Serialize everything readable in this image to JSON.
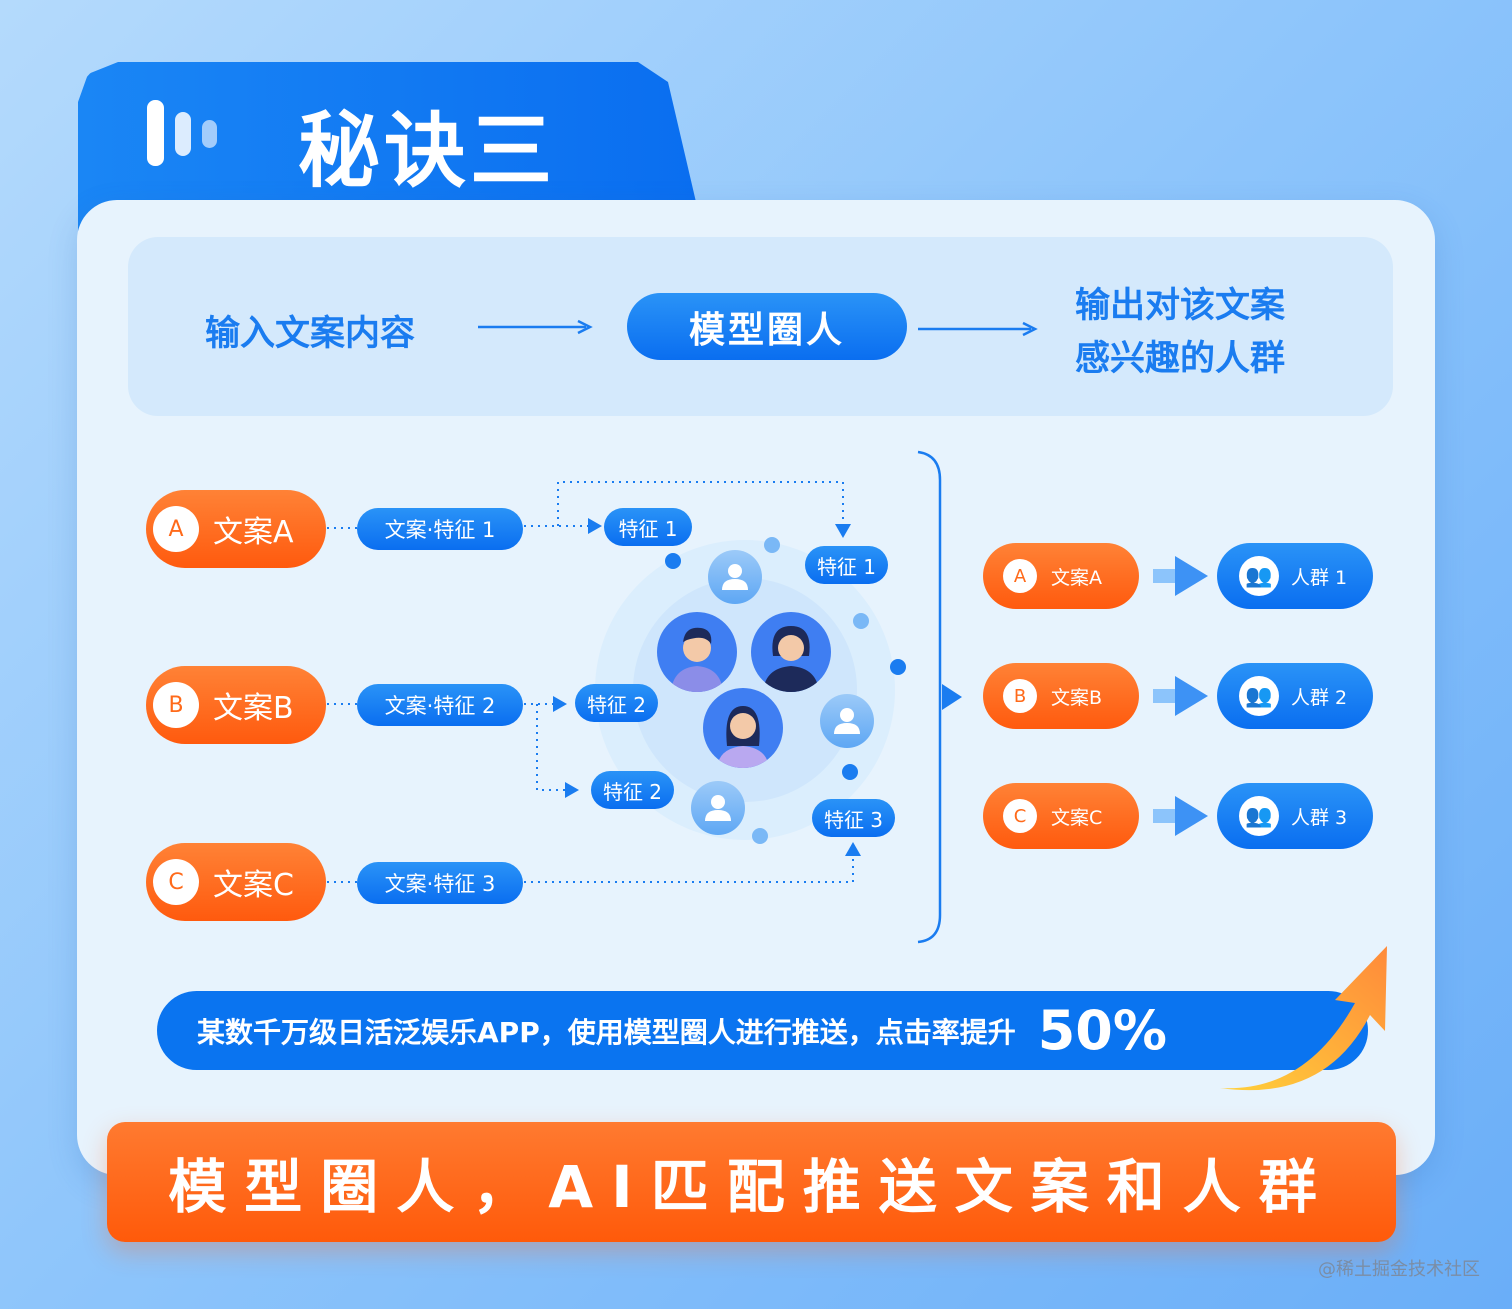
{
  "header": {
    "title": "秘诀三"
  },
  "flow": {
    "input": "输入文案内容",
    "model": "模型圈人",
    "output_line1": "输出对该文案",
    "output_line2": "感兴趣的人群"
  },
  "copies": [
    {
      "letter": "A",
      "label": "文案A",
      "feature": "文案·特征 1"
    },
    {
      "letter": "B",
      "label": "文案B",
      "feature": "文案·特征 2"
    },
    {
      "letter": "C",
      "label": "文案C",
      "feature": "文案·特征 3"
    }
  ],
  "traits": [
    "特征 1",
    "特征 1",
    "特征 2",
    "特征 2",
    "特征 3"
  ],
  "results": [
    {
      "letter": "A",
      "copy": "文案A",
      "group": "人群 1"
    },
    {
      "letter": "B",
      "copy": "文案B",
      "group": "人群 2"
    },
    {
      "letter": "C",
      "copy": "文案C",
      "group": "人群 3"
    }
  ],
  "stat": {
    "text": "某数千万级日活泛娱乐APP，使用模型圈人进行推送，点击率提升",
    "value": "50%"
  },
  "banner": "模型圈人，AI匹配推送文案和人群",
  "watermark": "@稀土掘金技术社区"
}
